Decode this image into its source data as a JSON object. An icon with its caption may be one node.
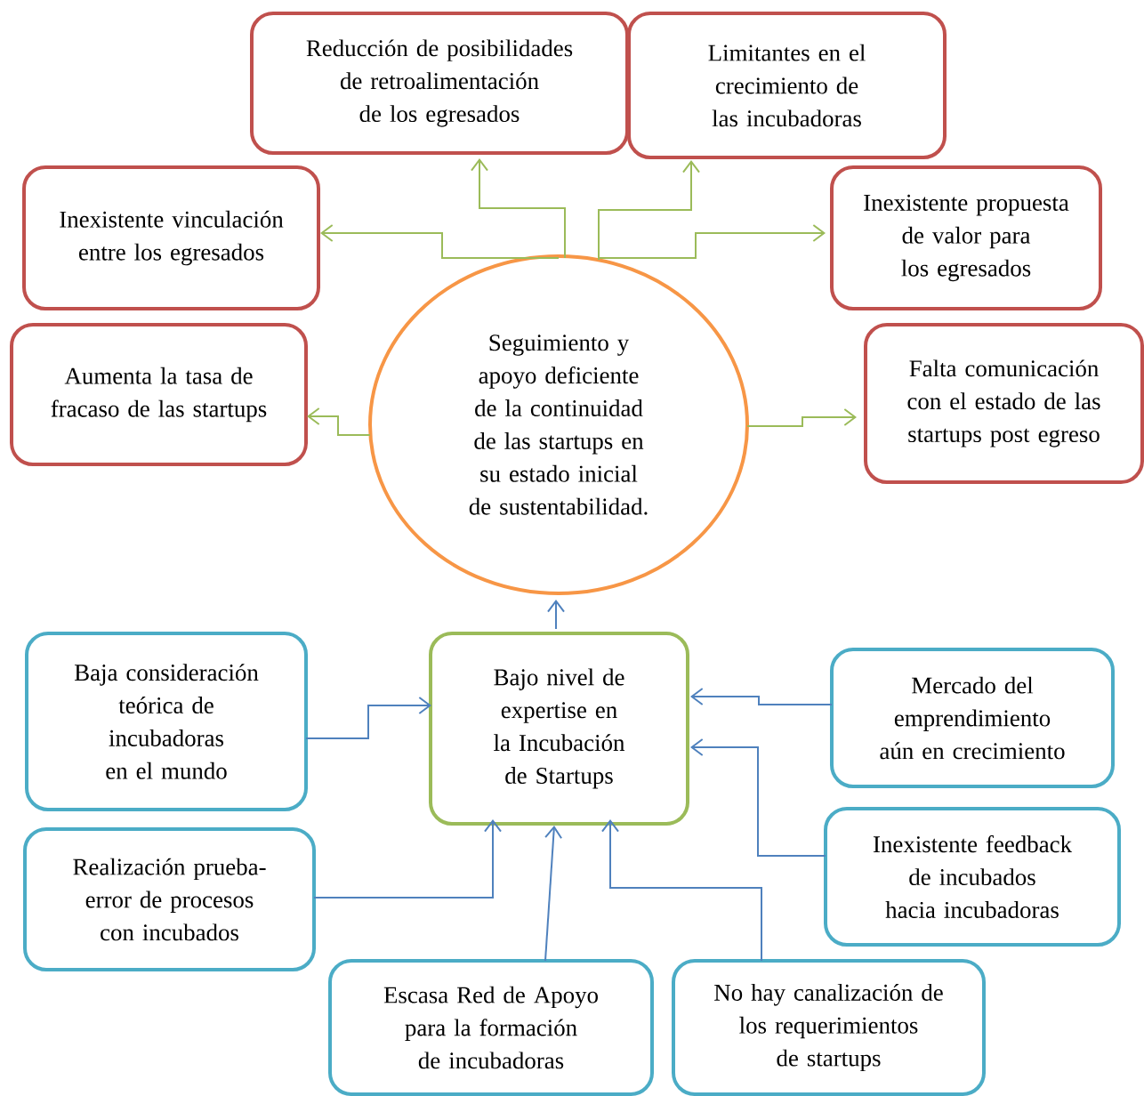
{
  "diagram": {
    "nodes": [
      {
        "text": [
          "Reducción de posibilidades de retroalimentación de los egresados"
        ]
      },
      {
        "text": [
          "Limitantes en el crecimiento de las incubadoras"
        ]
      },
      {
        "text": [
          "Inexistente vinculación entre los egresados"
        ]
      },
      {
        "text": [
          "Inexistente propuesta de valor para los egresados"
        ]
      },
      {
        "text": [
          "Aumenta la tasa de fracaso de las startups"
        ]
      },
      {
        "text": [
          "Seguimiento y apoyo deficiente de la continuidad de las startups en su estado inicial de sustentabilidad."
        ]
      },
      {
        "text": [
          "Falta comunicación con el estado de las startups post egreso"
        ]
      },
      {
        "text": [
          "Baja consideración teórica de incubadoras en el mundo"
        ]
      },
      {
        "text": [
          "Bajo nivel de expertise en la Incubación de Startups"
        ]
      },
      {
        "text": [
          "Mercado del emprendimiento aún en crecimiento"
        ]
      },
      {
        "text": [
          "Realización prueba-error de procesos con incubados"
        ]
      },
      {
        "text": [
          "Inexistente feedback de incubados hacia incubadoras"
        ]
      },
      {
        "text": [
          "Escasa Red de Apoyo para la formación de incubadoras"
        ]
      },
      {
        "text": [
          "No hay canalización de los requerimientos de startups"
        ]
      }
    ],
    "edges": [
      {
        "from": 5,
        "to": 0,
        "arrow": "to",
        "color": "#9bbb59"
      },
      {
        "from": 5,
        "to": 1,
        "arrow": "to",
        "color": "#9bbb59"
      },
      {
        "from": 5,
        "to": 2,
        "arrow": "to",
        "color": "#9bbb59"
      },
      {
        "from": 5,
        "to": 3,
        "arrow": "to",
        "color": "#9bbb59"
      },
      {
        "from": 5,
        "to": 4,
        "arrow": "to",
        "color": "#9bbb59"
      },
      {
        "from": 5,
        "to": 6,
        "arrow": "to",
        "color": "#9bbb59"
      },
      {
        "from": 8,
        "to": 5,
        "arrow": "to"
      },
      {
        "from": 7,
        "to": 8,
        "arrow": "to"
      },
      {
        "from": 9,
        "to": 8,
        "arrow": "to"
      },
      {
        "from": 11,
        "to": 8,
        "arrow": "to"
      },
      {
        "from": 10,
        "to": 8,
        "arrow": "to"
      },
      {
        "from": 12,
        "to": 8,
        "arrow": "to"
      },
      {
        "from": 13,
        "to": 8,
        "arrow": "to"
      }
    ]
  }
}
